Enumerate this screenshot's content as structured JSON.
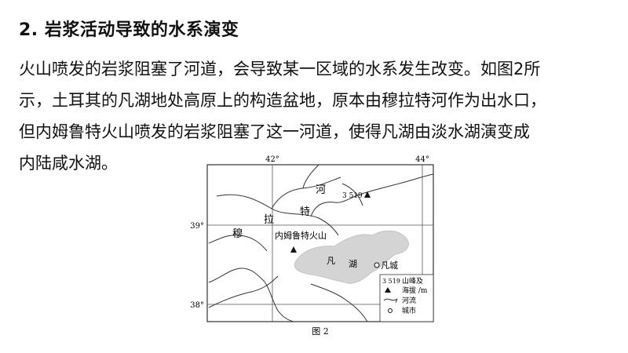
{
  "heading": "2. 岩浆活动导致的水系演变",
  "paragraph": [
    "火山喷发的岩浆阻塞了河道，会导致某一区域的水系发生改变。如图2所",
    "示，土耳其的凡湖地处高原上的构造盆地，原本由穆拉特河作为出水口，",
    "但内姆鲁特火山喷发的岩浆阻塞了这一河道，使得凡湖由淡水湖演变成",
    "内陆咸水湖。"
  ],
  "map": {
    "lon_labels": [
      "42°",
      "44°"
    ],
    "lat_labels": [
      "39°",
      "38°"
    ],
    "river_chars": [
      "河",
      "特",
      "拉",
      "穆"
    ],
    "peak_elevation": "3 519",
    "volcano_label": "内姆鲁特火山",
    "lake_label": [
      "凡",
      "湖"
    ],
    "city_label": "凡城",
    "legend": {
      "peak_value": "3 519",
      "peak_text_1": "山峰及",
      "peak_text_2": "海拔 /m",
      "river": "河流",
      "city": "城市"
    },
    "caption": "图 2",
    "colors": {
      "lake": "#d4d4d4",
      "line": "#333333"
    }
  }
}
